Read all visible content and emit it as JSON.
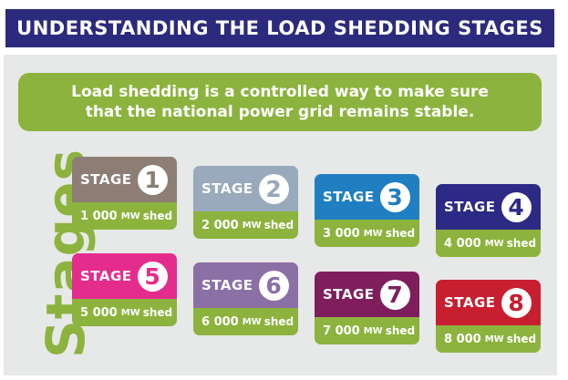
{
  "header": {
    "title": "UNDERSTANDING THE LOAD SHEDDING STAGES"
  },
  "banner": {
    "line1": "Load shedding is a controlled way to make sure",
    "line2": "that the national power grid remains stable."
  },
  "side_label": "Stages",
  "colors": {
    "header": "#2b2a7d",
    "green": "#8cb33d",
    "panel": "#e7e8e8"
  },
  "stages": [
    {
      "label": "STAGE",
      "number": "1",
      "amount": "1 000",
      "unit": "MW",
      "suffix": "shed",
      "color": "#8c7e74"
    },
    {
      "label": "STAGE",
      "number": "2",
      "amount": "2 000",
      "unit": "MW",
      "suffix": "shed",
      "color": "#98aabb"
    },
    {
      "label": "STAGE",
      "number": "3",
      "amount": "3 000",
      "unit": "MW",
      "suffix": "shed",
      "color": "#1f7fc1"
    },
    {
      "label": "STAGE",
      "number": "4",
      "amount": "4 000",
      "unit": "MW",
      "suffix": "shed",
      "color": "#2c2a84"
    },
    {
      "label": "STAGE",
      "number": "5",
      "amount": "5 000",
      "unit": "MW",
      "suffix": "shed",
      "color": "#e42c8d"
    },
    {
      "label": "STAGE",
      "number": "6",
      "amount": "6 000",
      "unit": "MW",
      "suffix": "shed",
      "color": "#8b70a6"
    },
    {
      "label": "STAGE",
      "number": "7",
      "amount": "7 000",
      "unit": "MW",
      "suffix": "shed",
      "color": "#7e1e5c"
    },
    {
      "label": "STAGE",
      "number": "8",
      "amount": "8 000",
      "unit": "MW",
      "suffix": "shed",
      "color": "#c71f30"
    }
  ]
}
